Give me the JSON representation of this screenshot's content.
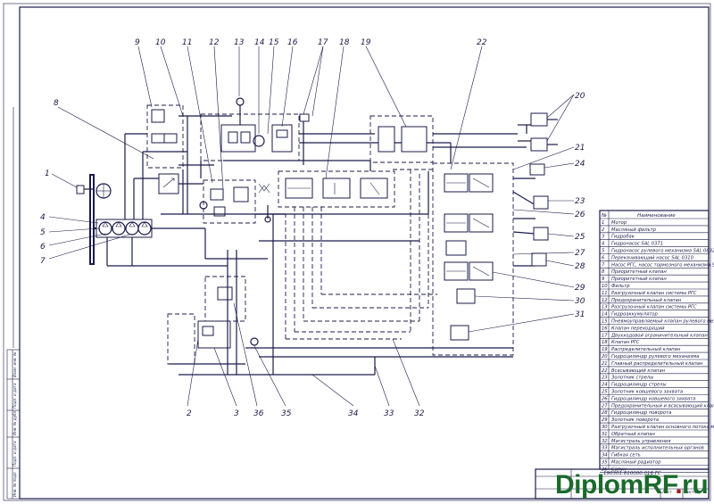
{
  "drawing": {
    "code": "190301.810000.016 ГС",
    "sheet_label": "Лист",
    "sheets_label": "Листов"
  },
  "watermark": {
    "prefix": "DiplomRF",
    "dot": ".",
    "suffix": "ru"
  },
  "callouts": [
    "1",
    "2",
    "3",
    "4",
    "5",
    "6",
    "7",
    "8",
    "9",
    "10",
    "11",
    "12",
    "13",
    "14",
    "15",
    "16",
    "17",
    "18",
    "19",
    "20",
    "21",
    "22",
    "23",
    "24",
    "25",
    "26",
    "27",
    "28",
    "29",
    "30",
    "31",
    "32",
    "33",
    "34",
    "35",
    "36"
  ],
  "legend": {
    "col_num": "№",
    "col_name": "Наименование",
    "rows": [
      [
        "1",
        "Мотор"
      ],
      [
        "2",
        "Масляный фильтр"
      ],
      [
        "3",
        "Гидробак"
      ],
      [
        "4",
        "Гидронасос SAL 0371"
      ],
      [
        "5",
        "Гидронасос рулевого механизма SAL 0832"
      ],
      [
        "6",
        "Перекачивающий насос SAL 0310"
      ],
      [
        "7",
        "Насос РГС, насос тормозного механизма SAL033"
      ],
      [
        "8",
        "Приоритетный клапан"
      ],
      [
        "9",
        "Приоритетный клапан"
      ],
      [
        "10",
        "Фильтр"
      ],
      [
        "11",
        "Разгрузочный клапан системы РГС"
      ],
      [
        "12",
        "Предохранительный клапан"
      ],
      [
        "13",
        "Разгрузочный клапан системы РГС"
      ],
      [
        "14",
        "Гидроаккумулятор"
      ],
      [
        "15",
        "Пневмоуправляемый клапан рулевого мех."
      ],
      [
        "16",
        "Клапан переходящий"
      ],
      [
        "17",
        "Двухходовой ограничительный клапан"
      ],
      [
        "18",
        "Клапан РГС"
      ],
      [
        "19",
        "Распределительный клапан"
      ],
      [
        "20",
        "Гидроцилиндр рулевого механизма"
      ],
      [
        "21",
        "Главный распределительный клапан"
      ],
      [
        "22",
        "Всасывающий клапан"
      ],
      [
        "23",
        "Золотник стрелы"
      ],
      [
        "24",
        "Гидроцилиндр стрелы"
      ],
      [
        "25",
        "Золотник ковшевого захвата"
      ],
      [
        "26",
        "Гидроцилиндр ковшевого захвата"
      ],
      [
        "27",
        "Предохранительный и всасывающий клапан"
      ],
      [
        "28",
        "Гидроцилиндр поворота"
      ],
      [
        "29",
        "Золотник поворота"
      ],
      [
        "30",
        "Разгрузочный клапан основного потока масла"
      ],
      [
        "31",
        "Обратный клапан"
      ],
      [
        "32",
        "Магистраль управления"
      ],
      [
        "33",
        "Магистраль исполнительных органов"
      ],
      [
        "34",
        "Гибкая сеть"
      ],
      [
        "35",
        "Масляный радиатор"
      ],
      [
        "36",
        "Сапун"
      ]
    ]
  },
  "side_stamp": [
    "Взам. инв. №",
    "Подп. и дата",
    "Инв. № дубл.",
    "Подп. и дата",
    "Инв. № подл."
  ]
}
